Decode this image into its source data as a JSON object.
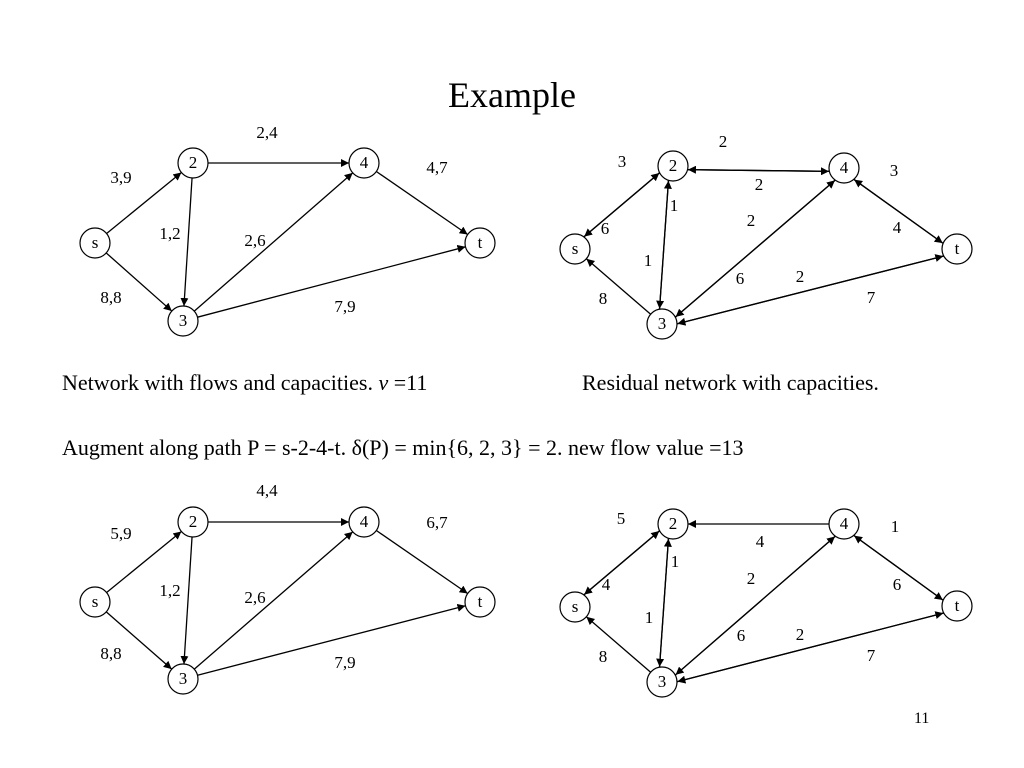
{
  "slide": {
    "title": "Example",
    "page_number": "11",
    "caption_flow": "Network with flows and capacities.",
    "caption_v_symbol": "v",
    "caption_v_value": "=11",
    "caption_residual": "Residual network with capacities.",
    "augment_text": "Augment along path P = s-2-4-t. δ(P) = min{6, 2, 3} = 2.  new flow value =13"
  },
  "diagrams": [
    {
      "id": "flow-network-before",
      "nodes": [
        "s",
        "2",
        "3",
        "4",
        "t"
      ],
      "edges": [
        {
          "from": "s",
          "to": "2",
          "label": "3,9"
        },
        {
          "from": "s",
          "to": "3",
          "label": "8,8"
        },
        {
          "from": "2",
          "to": "4",
          "label": "2,4"
        },
        {
          "from": "2",
          "to": "3",
          "label": "1,2"
        },
        {
          "from": "3",
          "to": "4",
          "label": "2,6"
        },
        {
          "from": "4",
          "to": "t",
          "label": "4,7"
        },
        {
          "from": "3",
          "to": "t",
          "label": "7,9"
        }
      ]
    },
    {
      "id": "residual-network-before",
      "nodes": [
        "s",
        "2",
        "3",
        "4",
        "t"
      ],
      "edges": [
        {
          "from": "2",
          "to": "s",
          "label": "3"
        },
        {
          "from": "s",
          "to": "2",
          "label": "6"
        },
        {
          "from": "3",
          "to": "s",
          "label": "8"
        },
        {
          "from": "2",
          "to": "4",
          "label": "2"
        },
        {
          "from": "4",
          "to": "2",
          "label": "2"
        },
        {
          "from": "2",
          "to": "3",
          "label": "1"
        },
        {
          "from": "3",
          "to": "2",
          "label": "1"
        },
        {
          "from": "4",
          "to": "3",
          "label": "2"
        },
        {
          "from": "3",
          "to": "4",
          "label": "6"
        },
        {
          "from": "4",
          "to": "t",
          "label": "3"
        },
        {
          "from": "t",
          "to": "4",
          "label": "4"
        },
        {
          "from": "3",
          "to": "t",
          "label": "2"
        },
        {
          "from": "t",
          "to": "3",
          "label": "7"
        }
      ]
    },
    {
      "id": "flow-network-after",
      "nodes": [
        "s",
        "2",
        "3",
        "4",
        "t"
      ],
      "edges": [
        {
          "from": "s",
          "to": "2",
          "label": "5,9"
        },
        {
          "from": "s",
          "to": "3",
          "label": "8,8"
        },
        {
          "from": "2",
          "to": "4",
          "label": "4,4"
        },
        {
          "from": "2",
          "to": "3",
          "label": "1,2"
        },
        {
          "from": "3",
          "to": "4",
          "label": "2,6"
        },
        {
          "from": "4",
          "to": "t",
          "label": "6,7"
        },
        {
          "from": "3",
          "to": "t",
          "label": "7,9"
        }
      ]
    },
    {
      "id": "residual-network-after",
      "nodes": [
        "s",
        "2",
        "3",
        "4",
        "t"
      ],
      "edges": [
        {
          "from": "2",
          "to": "s",
          "label": "5"
        },
        {
          "from": "s",
          "to": "2",
          "label": "4"
        },
        {
          "from": "3",
          "to": "s",
          "label": "8"
        },
        {
          "from": "4",
          "to": "2",
          "label": "4"
        },
        {
          "from": "2",
          "to": "3",
          "label": "1"
        },
        {
          "from": "3",
          "to": "2",
          "label": "1"
        },
        {
          "from": "4",
          "to": "3",
          "label": "2"
        },
        {
          "from": "3",
          "to": "4",
          "label": "6"
        },
        {
          "from": "4",
          "to": "t",
          "label": "1"
        },
        {
          "from": "t",
          "to": "4",
          "label": "6"
        },
        {
          "from": "3",
          "to": "t",
          "label": "2"
        },
        {
          "from": "t",
          "to": "3",
          "label": "7"
        }
      ]
    }
  ]
}
